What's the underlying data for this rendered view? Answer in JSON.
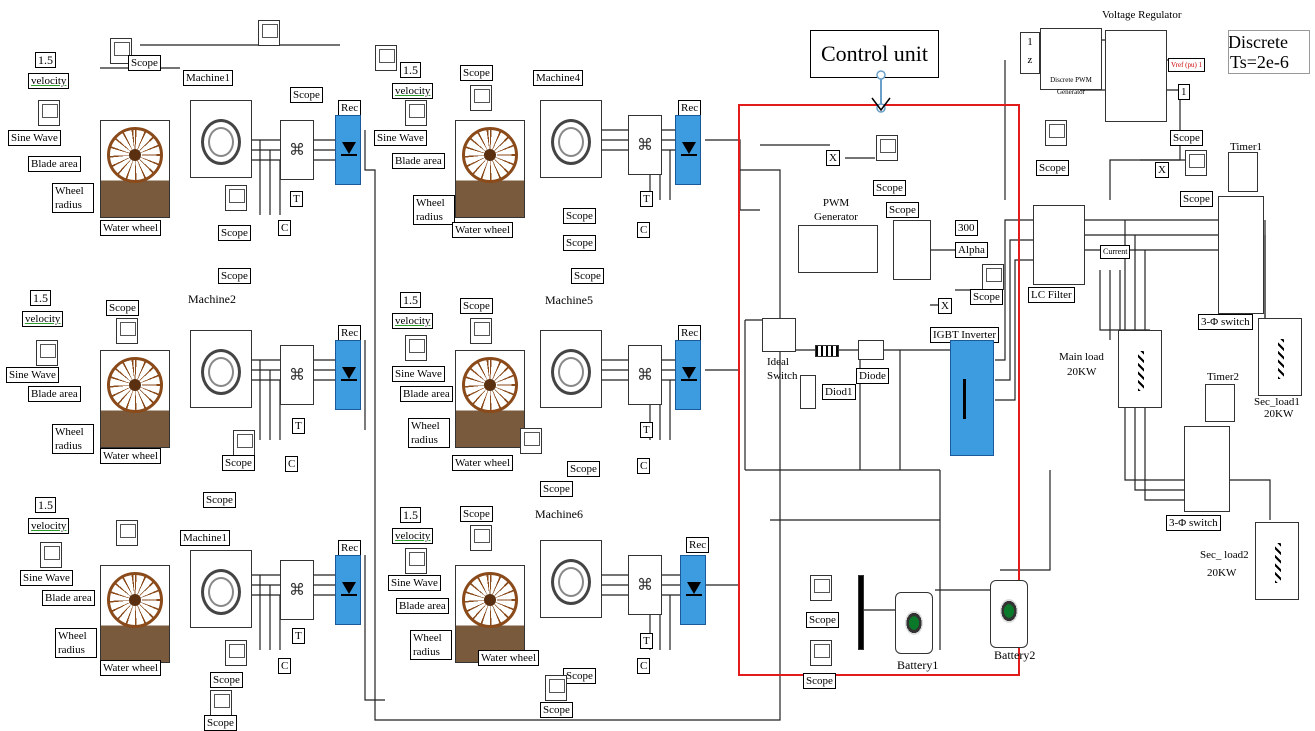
{
  "diagram": {
    "control_unit_label": "Control unit",
    "discrete_line1": "Discrete",
    "discrete_line2": "Ts=2e-6",
    "voltage_regulator": "Voltage Regulator",
    "discrete_pwm_generator": "Discrete PWM Generator",
    "vref_label": "Vref (pu) 1",
    "vref_value": "1",
    "unit_delay": [
      "1",
      "z"
    ],
    "labels": {
      "scope": "Scope",
      "sine_wave": "Sine Wave",
      "blade_area": "Blade area",
      "wheel_radius": "Wheel radius",
      "water_wheel": "Water wheel",
      "velocity_value": "1.5",
      "velocity": "velocity",
      "rec": "Rec",
      "t": "T",
      "c": "C",
      "x": "X"
    },
    "machines": [
      "Machine1",
      "Machine2",
      "Machine1",
      "Machine4",
      "Machine5",
      "Machine6"
    ],
    "control": {
      "pwm_generator": "PWM Generator",
      "alpha_value": "300",
      "alpha": "Alpha",
      "ideal_switch": "Ideal Switch",
      "diode": "Diode",
      "diod1": "Diod1",
      "igbt_inverter": "IGBT Inverter",
      "battery1": "Battery1",
      "battery2": "Battery2"
    },
    "output": {
      "lc_filter": "LC Filter",
      "current": "Current",
      "timer1": "Timer1",
      "timer2": "Timer2",
      "switch_3ph_1": "3-Φ switch",
      "switch_3ph_2": "3-Φ switch",
      "main_load_line1": "Main load",
      "main_load_line2": "20KW",
      "sec_load1_line1": "Sec_load1",
      "sec_load1_line2": "20KW",
      "sec_load2_line1": "Sec_ load2",
      "sec_load2_line2": "20KW"
    }
  }
}
